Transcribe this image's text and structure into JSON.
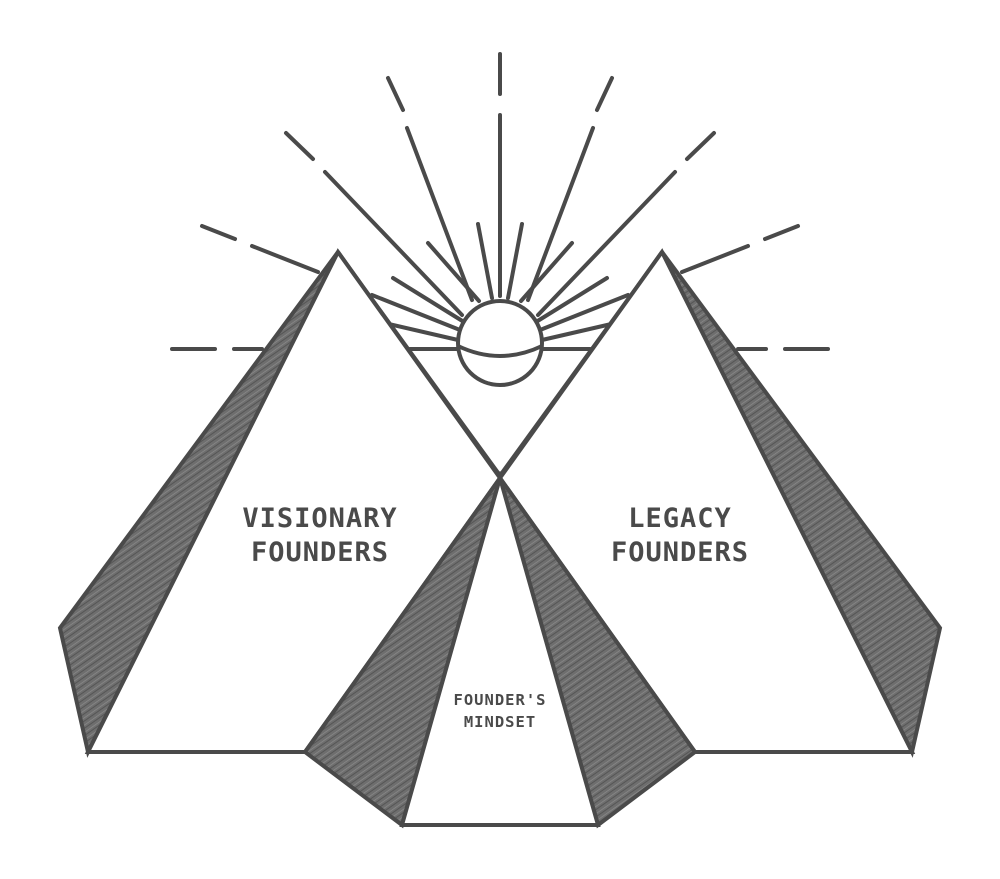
{
  "diagram": {
    "title": "Founder archetypes illustration",
    "colors": {
      "line": "#4a4a4a",
      "shade": "#6a6a6a",
      "background": "#ffffff"
    },
    "elements": {
      "sun": {
        "icon": "sun-icon",
        "description": "rising sun with radiating rays"
      },
      "left_pyramid": {
        "icon": "pyramid-icon"
      },
      "right_pyramid": {
        "icon": "pyramid-icon"
      },
      "center_pyramid": {
        "icon": "pyramid-icon"
      }
    },
    "labels": {
      "visionary": {
        "line1": "VISIONARY",
        "line2": "FOUNDERS"
      },
      "legacy": {
        "line1": "LEGACY",
        "line2": "FOUNDERS"
      },
      "mindset": {
        "line1": "FOUNDER'S",
        "line2": "MINDSET"
      }
    }
  }
}
